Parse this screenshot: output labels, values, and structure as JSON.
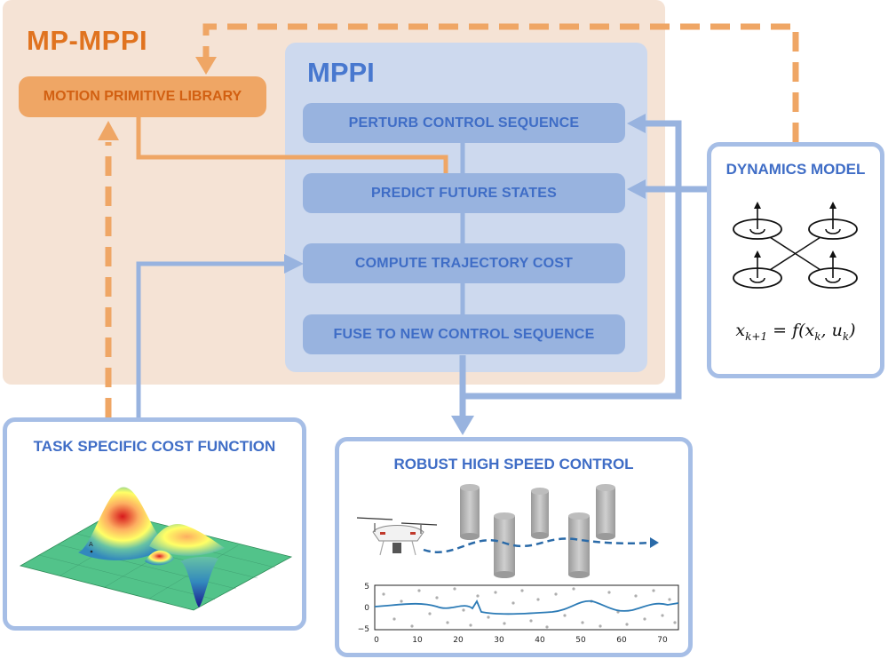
{
  "mp_mppi": {
    "title": "MP-MPPI"
  },
  "motion_primitive_library": {
    "label": "MOTION PRIMITIVE LIBRARY"
  },
  "mppi": {
    "title": "MPPI",
    "steps": [
      "PERTURB CONTROL SEQUENCE",
      "PREDICT FUTURE STATES",
      "COMPUTE TRAJECTORY COST",
      "FUSE TO NEW CONTROL SEQUENCE"
    ]
  },
  "dynamics_model": {
    "title": "DYNAMICS MODEL",
    "equation": "x_{k+1} = f(x_k, u_k)"
  },
  "task_cost": {
    "title": "TASK SPECIFIC COST FUNCTION"
  },
  "robust_control": {
    "title": "ROBUST HIGH SPEED CONTROL",
    "plot": {
      "x_ticks": [
        "0",
        "10",
        "20",
        "30",
        "40",
        "50",
        "60",
        "70"
      ],
      "y_ticks": [
        "5",
        "0",
        "−5"
      ]
    }
  },
  "colors": {
    "orange": "#efa665",
    "blue_line": "#a6bee6",
    "step_fill": "#98b3df",
    "text_blue": "#3f6dc6",
    "text_orange": "#d26012"
  }
}
